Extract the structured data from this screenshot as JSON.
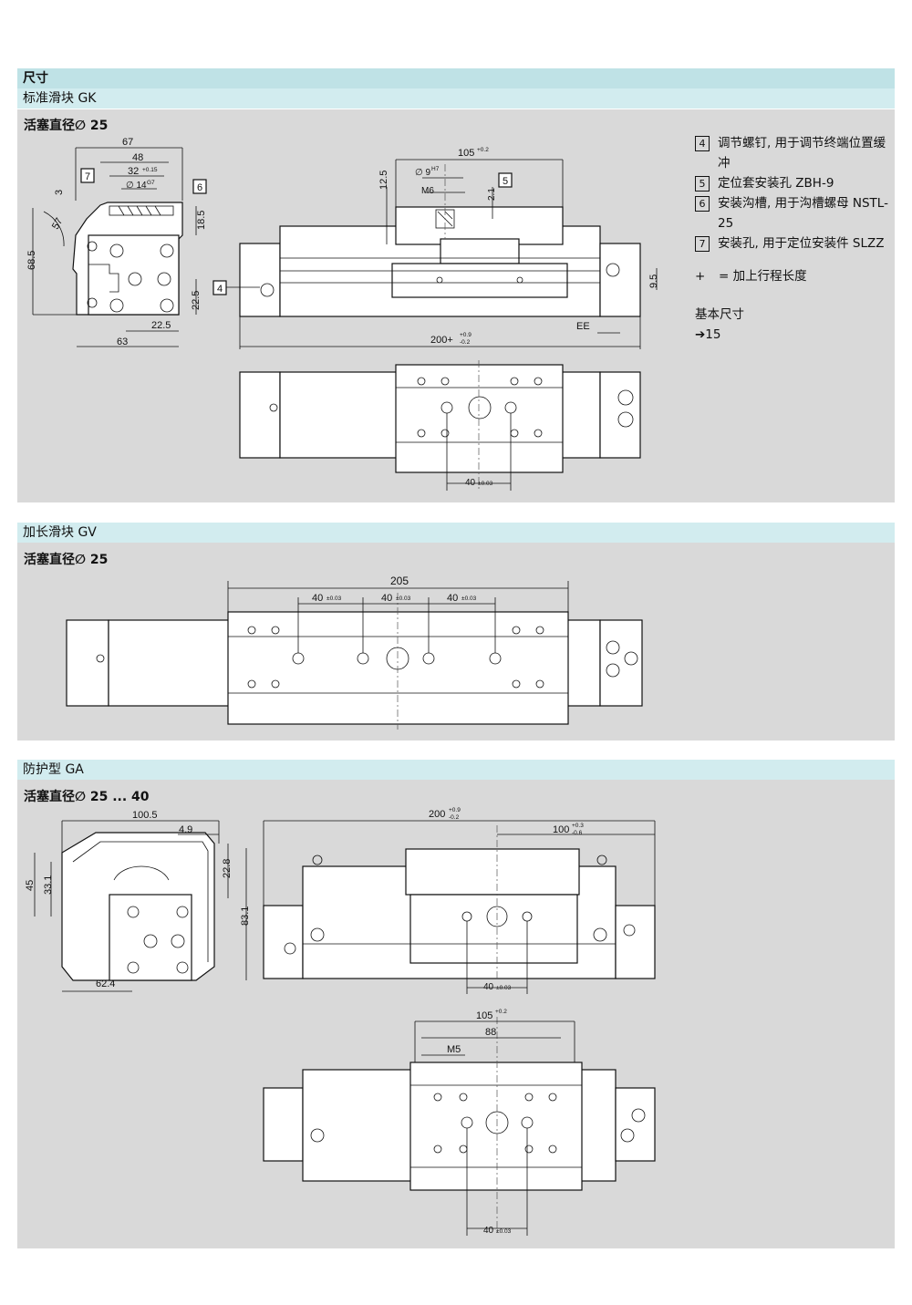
{
  "header": {
    "title": "尺寸",
    "subtitle_gk": "标准滑块 GK"
  },
  "gk": {
    "piston": "活塞直径∅ 25",
    "dims": {
      "d67": "67",
      "d48": "48",
      "d32": "32",
      "d32tol": "+0.15",
      "d14": "∅ 14",
      "d14tol": "G7",
      "d3": "3",
      "d57": "57",
      "d185": "18.5",
      "d685": "68.5",
      "d225a": "22.5",
      "d225b": "22.5",
      "d63": "63",
      "d105": "105",
      "d105tol": "+0.2",
      "d9": "∅ 9",
      "d9tol": "H7",
      "m6": "M6",
      "d21": "2.1",
      "d125": "12.5",
      "d95": "9.5",
      "ee": "EE",
      "d200": "200+",
      "d200up": "+0.9",
      "d200dn": "-0.2",
      "d40": "40",
      "d40tol": "±0.03"
    },
    "callouts": {
      "c7": "7",
      "c6": "6",
      "c5": "5",
      "c4": "4"
    }
  },
  "legend": {
    "items": [
      {
        "num": "4",
        "text": "调节螺钉, 用于调节终端位置缓冲"
      },
      {
        "num": "5",
        "text": "定位套安装孔 ZBH-9"
      },
      {
        "num": "6",
        "text": "安装沟槽, 用于沟槽螺母 NSTL-25"
      },
      {
        "num": "7",
        "text": "安装孔, 用于定位安装件 SLZZ"
      }
    ],
    "plus_sign": "+",
    "plus_text": "= 加上行程长度",
    "basic_title": "基本尺寸",
    "basic_value": "➔15"
  },
  "gv": {
    "header": "加长滑块 GV",
    "piston": "活塞直径∅ 25",
    "dims": {
      "d205": "205",
      "d40a": "40",
      "d40b": "40",
      "d40c": "40",
      "tol": "±0.03"
    }
  },
  "ga": {
    "header": "防护型 GA",
    "piston": "活塞直径∅ 25 ... 40",
    "dims": {
      "d1005": "100.5",
      "d49": "4.9",
      "d45": "45",
      "d331": "33.1",
      "d228": "22.8",
      "d831": "83.1",
      "d624": "62.4",
      "d200": "200",
      "d200up": "+0.9",
      "d200dn": "-0.2",
      "d100": "100",
      "d100up": "+0.3",
      "d100dn": "-0.6",
      "d40": "40",
      "d40tol": "±0.03",
      "d105": "105",
      "d105tol": "+0.2",
      "d88": "88",
      "m5": "M5",
      "d40b": "40",
      "d40btol": "±0.03"
    }
  }
}
